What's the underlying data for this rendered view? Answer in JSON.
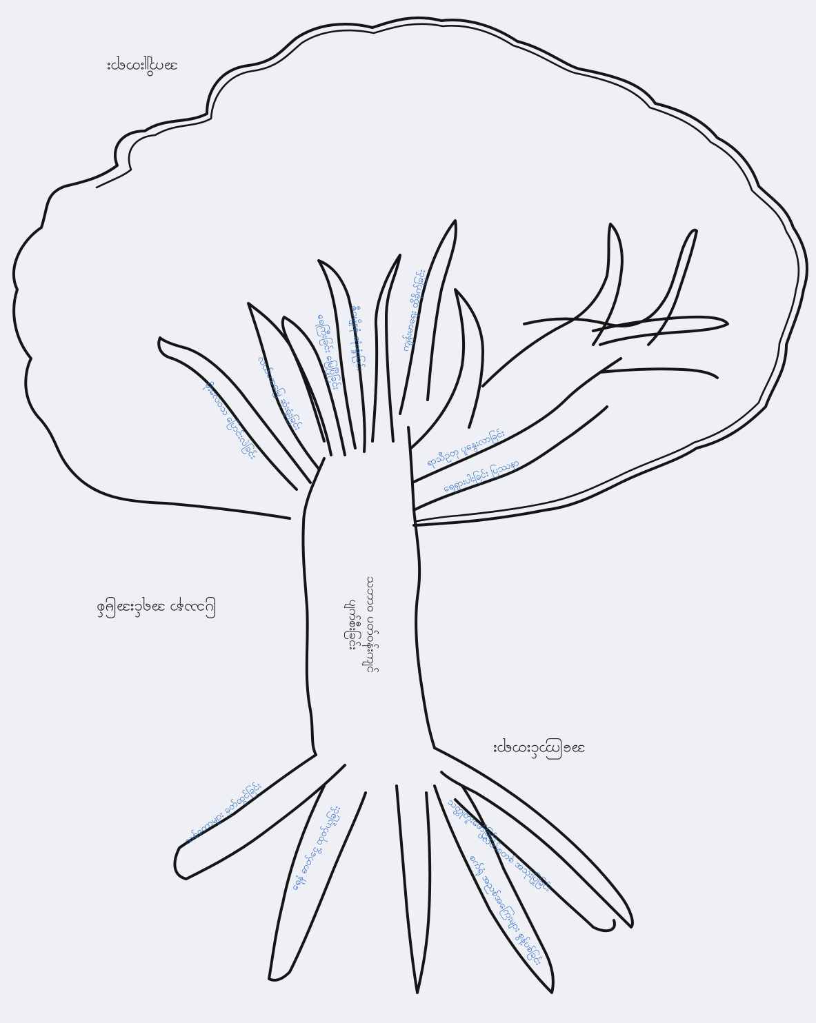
{
  "labels": {
    "crown": "အကျိုးတရား",
    "trunk_side": "ပြဿနာ အရင်းအမြစ်",
    "roots_side": "အကြောင်းတရား",
    "trunk_line1": "သဘာဝ ပတ်ဝန်းကျင်",
    "trunk_line2": "ပျက်စီးခြင်း"
  },
  "branch_notes": [
    "မိုးလေဝသ ပြောင်းလဲခြင်း",
    "လယ်ယာမြေ ဆုံးရှုံးခြင်း",
    "ရေကြီးခြင်း မြေပြိုခြင်း",
    "ဇီဝမျိုးစုံ ဆုံးရှုံးခြင်း",
    "ကျန်းမာရေး ထိခိုက်ခြင်း",
    "ရာသီဥတု ပူနွေးလာခြင်း",
    "ရေရှားပါးခြင်း ပြဿနာ"
  ],
  "root_notes": [
    "သစ်တောများ ခုတ်ထွင်ခြင်း",
    "ရေနံ ဓာတ်ငွေ့ ထုတ်ယူခြင်း",
    "သတ္တုတူးဖော်ခြင်း",
    "ပလတ်စတစ် အသုံးပြုခြင်း",
    "စက်ရုံ အညစ်အကြေးများ စွန့်ပစ်ခြင်း"
  ],
  "colors": {
    "ink": "#151515",
    "note": "#2f6fc4",
    "paper": "#eef0f5"
  }
}
